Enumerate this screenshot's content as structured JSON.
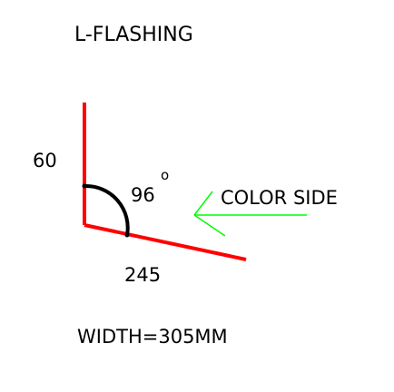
{
  "drawing": {
    "title": "L-FLASHING",
    "vertical_length": "60",
    "horizontal_length": "245",
    "angle_value": "96",
    "angle_unit_symbol": "o",
    "color_side_label": "COLOR SIDE",
    "width_label": "WIDTH=305MM"
  },
  "colors": {
    "profile": "#ff0000",
    "arrow": "#00ff00",
    "angle_arc": "#000000",
    "text": "#000000",
    "background": "#ffffff"
  }
}
